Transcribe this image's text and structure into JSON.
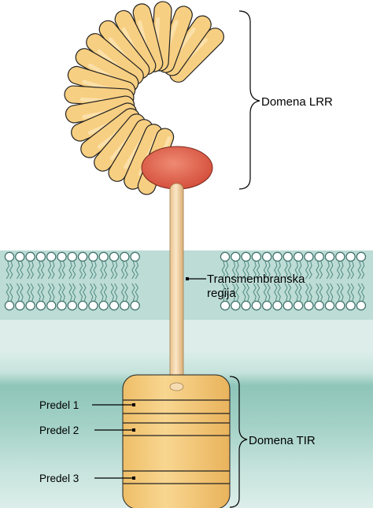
{
  "labels": {
    "lrr": "Domena LRR",
    "transmembrane_line1": "Transmembranska",
    "transmembrane_line2": "regija",
    "tir": "Domena TIR",
    "region1": "Predel 1",
    "region2": "Predel 2",
    "region3": "Predel 3"
  },
  "colors": {
    "membrane_band": "#86c0b4",
    "extracellular_gradient_top": "#e9f4f1",
    "cytoplasm_bottom": "#ffffff",
    "lipid_head": "#ffffff",
    "lipid_outline": "#3c6f68",
    "lrr_segment": "#f7cf82",
    "lrr_segment_outline": "#222222",
    "cap": "#e06a55",
    "stalk": "#f3d7a8",
    "tir_body": "#f6cd7c"
  }
}
